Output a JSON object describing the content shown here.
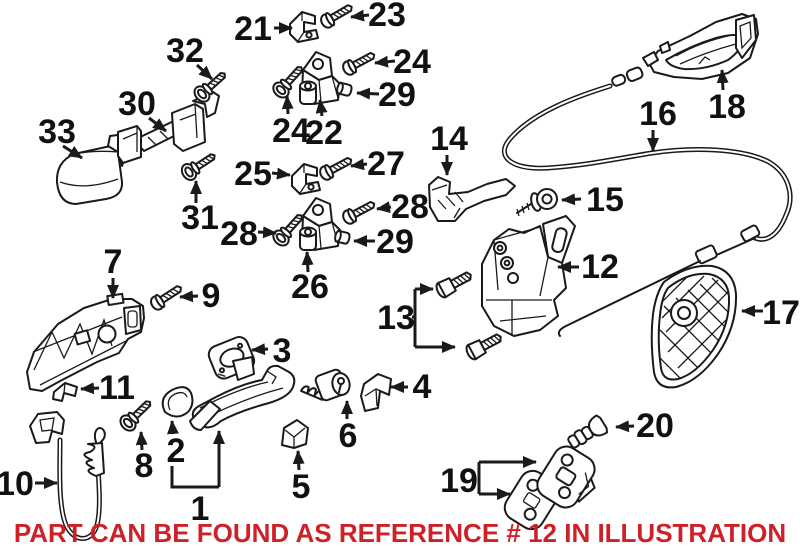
{
  "caption": {
    "text": "PART CAN BE FOUND AS REFERENCE # 12 IN ILLUSTRATION"
  },
  "colors": {
    "line": "#1a1a1a",
    "caption_red": "#CE2127",
    "background": "#ffffff"
  },
  "labels": [
    {
      "id": "1",
      "text": "1"
    },
    {
      "id": "2",
      "text": "2"
    },
    {
      "id": "3",
      "text": "3"
    },
    {
      "id": "4",
      "text": "4"
    },
    {
      "id": "5",
      "text": "5"
    },
    {
      "id": "6",
      "text": "6"
    },
    {
      "id": "7",
      "text": "7"
    },
    {
      "id": "8",
      "text": "8"
    },
    {
      "id": "9",
      "text": "9"
    },
    {
      "id": "10",
      "text": "10"
    },
    {
      "id": "11",
      "text": "11"
    },
    {
      "id": "12",
      "text": "12"
    },
    {
      "id": "13",
      "text": "13"
    },
    {
      "id": "14",
      "text": "14"
    },
    {
      "id": "15",
      "text": "15"
    },
    {
      "id": "16",
      "text": "16"
    },
    {
      "id": "17",
      "text": "17"
    },
    {
      "id": "18",
      "text": "18"
    },
    {
      "id": "19",
      "text": "19"
    },
    {
      "id": "20",
      "text": "20"
    },
    {
      "id": "21",
      "text": "21"
    },
    {
      "id": "22",
      "text": "22"
    },
    {
      "id": "23",
      "text": "23"
    },
    {
      "id": "24a",
      "text": "24"
    },
    {
      "id": "24b",
      "text": "24"
    },
    {
      "id": "25",
      "text": "25"
    },
    {
      "id": "26",
      "text": "26"
    },
    {
      "id": "27",
      "text": "27"
    },
    {
      "id": "28a",
      "text": "28"
    },
    {
      "id": "28b",
      "text": "28"
    },
    {
      "id": "29a",
      "text": "29"
    },
    {
      "id": "29b",
      "text": "29"
    },
    {
      "id": "30",
      "text": "30"
    },
    {
      "id": "31",
      "text": "31"
    },
    {
      "id": "32",
      "text": "32"
    },
    {
      "id": "33",
      "text": "33"
    }
  ]
}
